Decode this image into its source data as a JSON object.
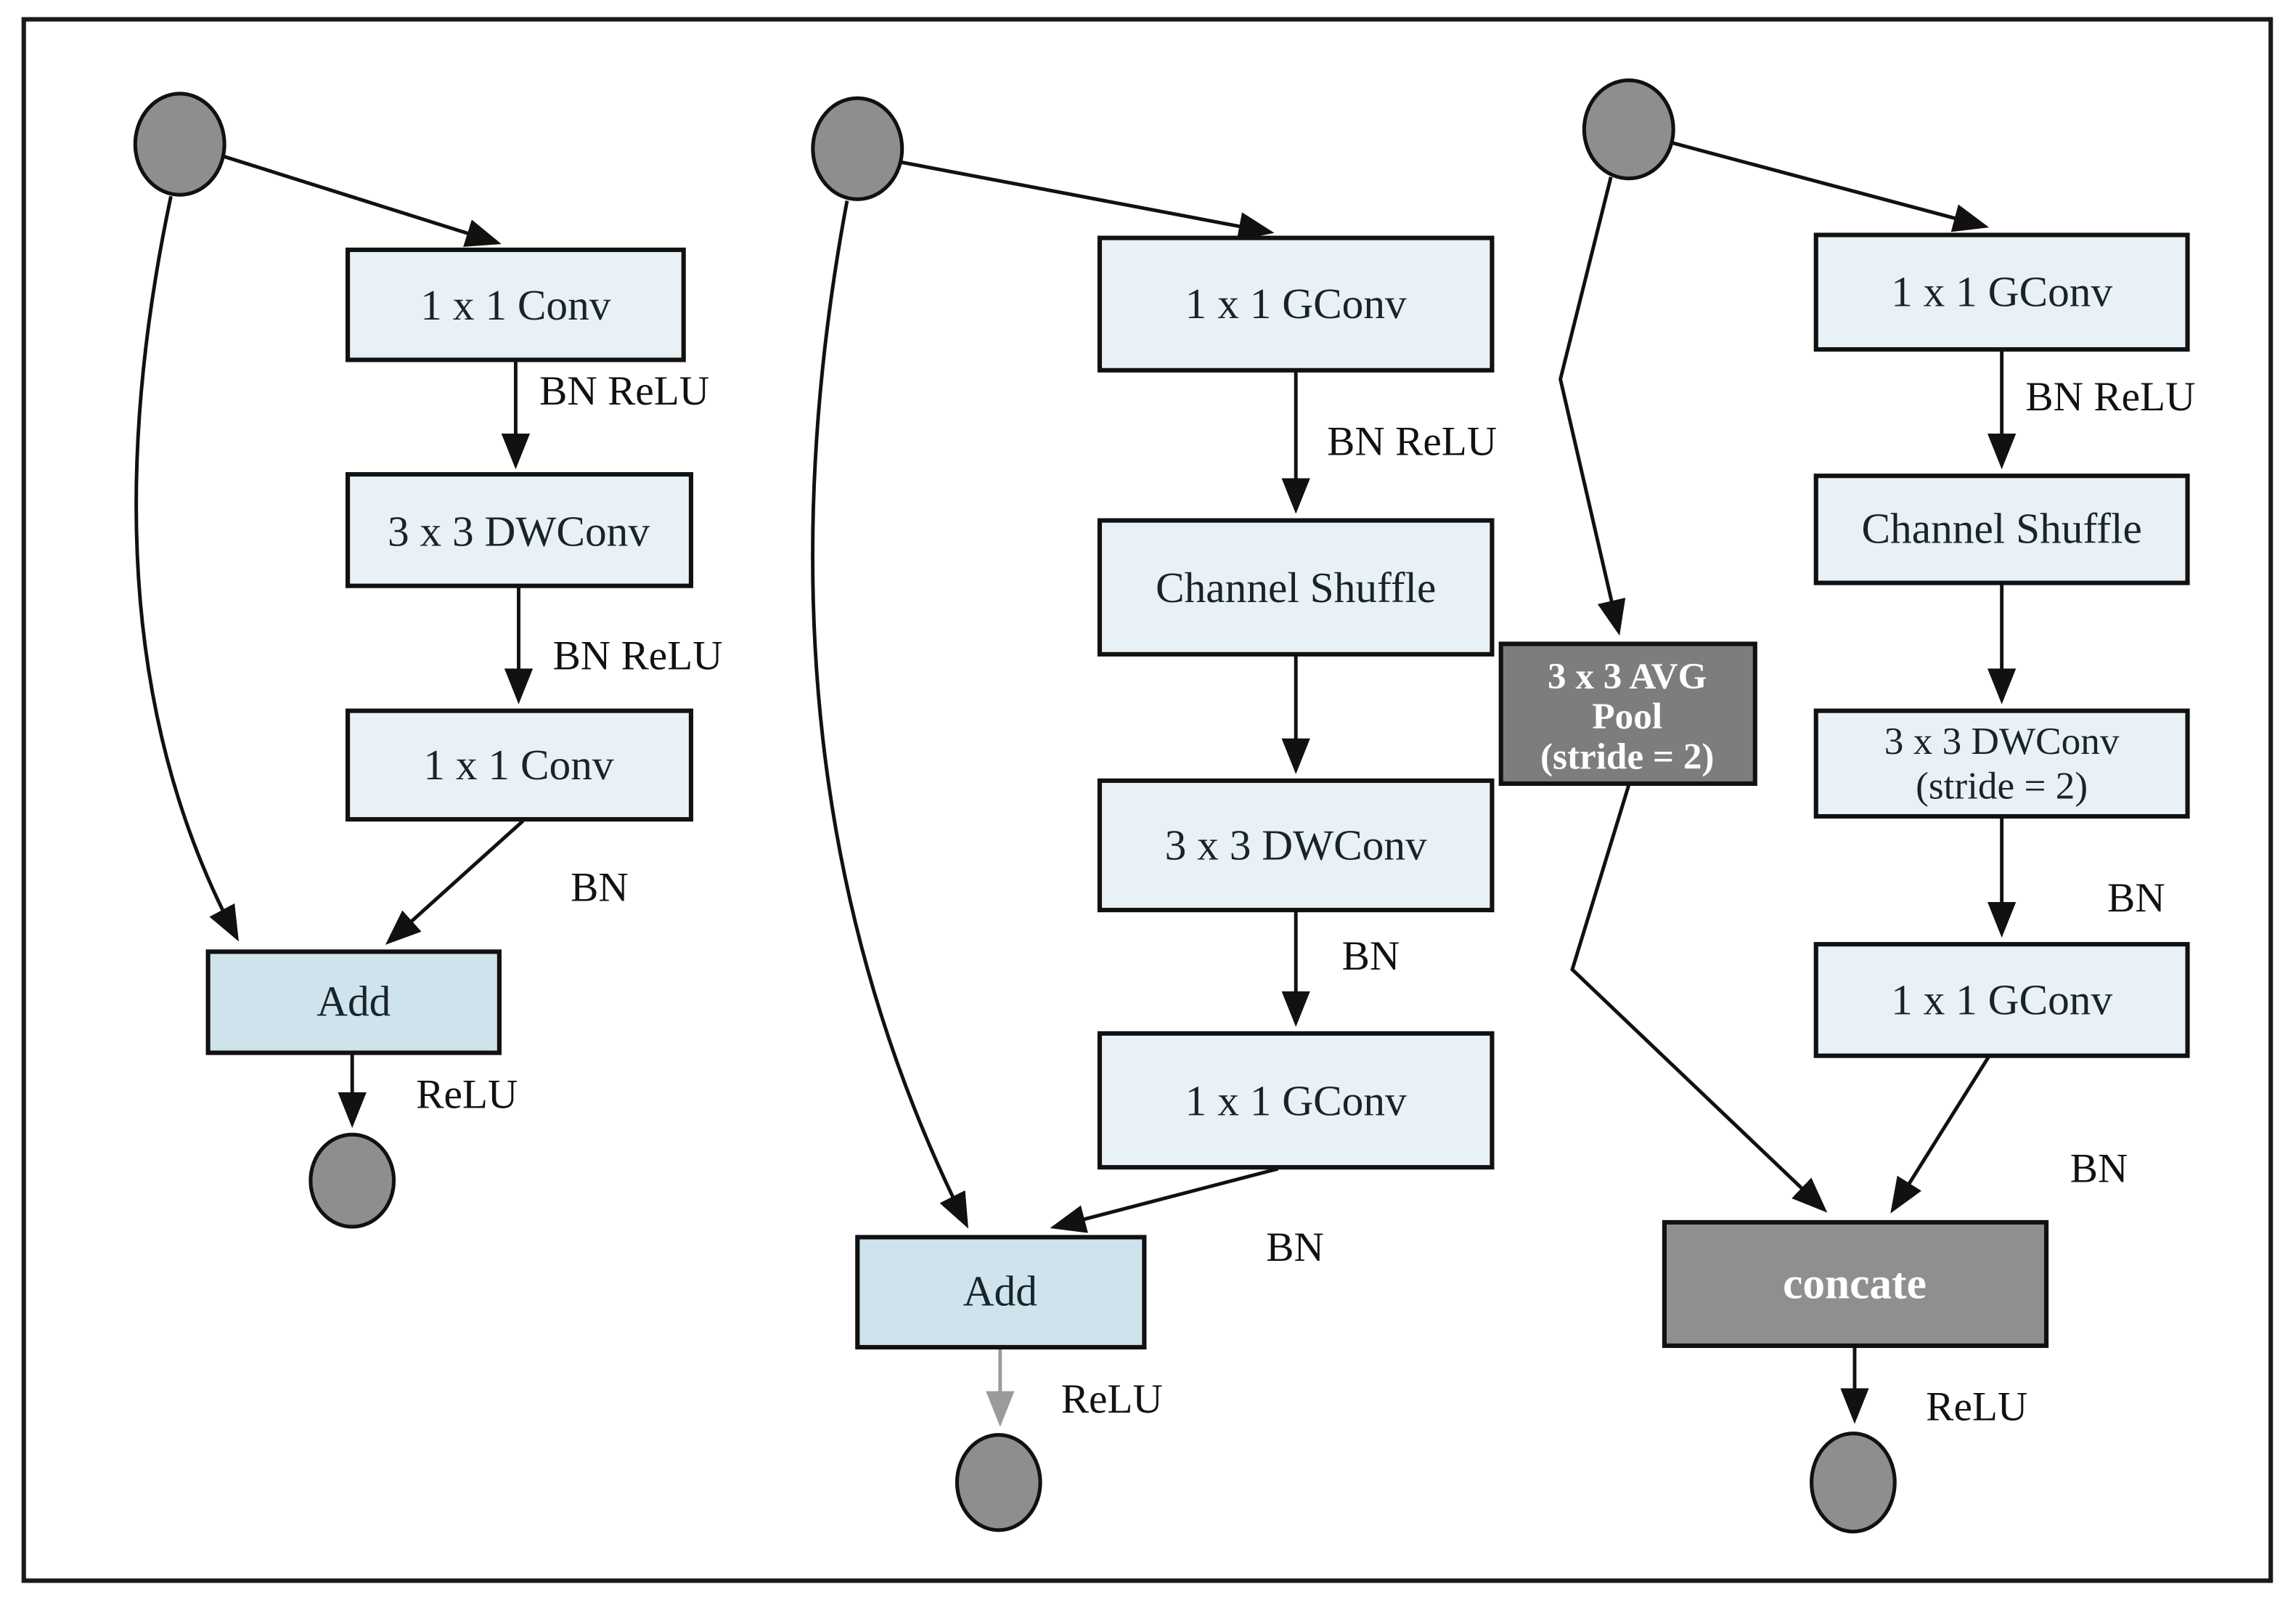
{
  "colors": {
    "light_box_fill": "#e8f1f5",
    "add_box_fill": "#cfe3ec",
    "avg_pool_fill": "#7d7d7d",
    "concat_fill": "#8f8f8f",
    "node_fill": "#8e8e8e",
    "arrow_gray": "#9b9b9b"
  },
  "left_block": {
    "boxes": {
      "conv1": "1 x 1 Conv",
      "dwconv": "3 x 3 DWConv",
      "conv2": "1 x 1 Conv",
      "add": "Add"
    },
    "labels": {
      "bn_relu_1": "BN ReLU",
      "bn_relu_2": "BN ReLU",
      "bn": "BN",
      "relu": "ReLU"
    }
  },
  "middle_block": {
    "boxes": {
      "gconv1": "1 x 1 GConv",
      "shuffle": "Channel Shuffle",
      "dwconv": "3 x 3 DWConv",
      "gconv2": "1 x 1 GConv",
      "add": "Add"
    },
    "labels": {
      "bn_relu": "BN ReLU",
      "bn_1": "BN",
      "bn_2": "BN",
      "relu": "ReLU"
    }
  },
  "right_block": {
    "boxes": {
      "gconv1": "1 x 1 GConv",
      "shuffle": "Channel Shuffle",
      "dwconv_line1": "3 x 3 DWConv",
      "dwconv_line2": "(stride = 2)",
      "gconv2": "1 x 1 GConv"
    },
    "avg_pool": {
      "line1": "3 x 3 AVG",
      "line2": "Pool",
      "line3": "(stride = 2)"
    },
    "concat": "concate",
    "labels": {
      "bn_relu": "BN ReLU",
      "bn_1": "BN",
      "bn_2": "BN",
      "relu": "ReLU"
    }
  }
}
